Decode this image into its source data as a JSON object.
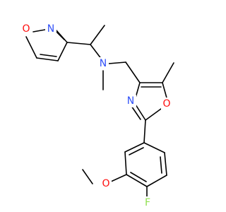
{
  "molecule": {
    "atoms": {
      "isoxazole_o": {
        "symbol": "O",
        "color": "#ff0d0d"
      },
      "isoxazole_n": {
        "symbol": "N",
        "color": "#3050f8"
      },
      "amine_n": {
        "symbol": "N",
        "color": "#3050f8"
      },
      "oxazole_n": {
        "symbol": "N",
        "color": "#3050f8"
      },
      "oxazole_o": {
        "symbol": "O",
        "color": "#ff0d0d"
      },
      "methoxy_o": {
        "symbol": "O",
        "color": "#ff0d0d"
      },
      "fluorine": {
        "symbol": "F",
        "color": "#90e050"
      }
    }
  }
}
